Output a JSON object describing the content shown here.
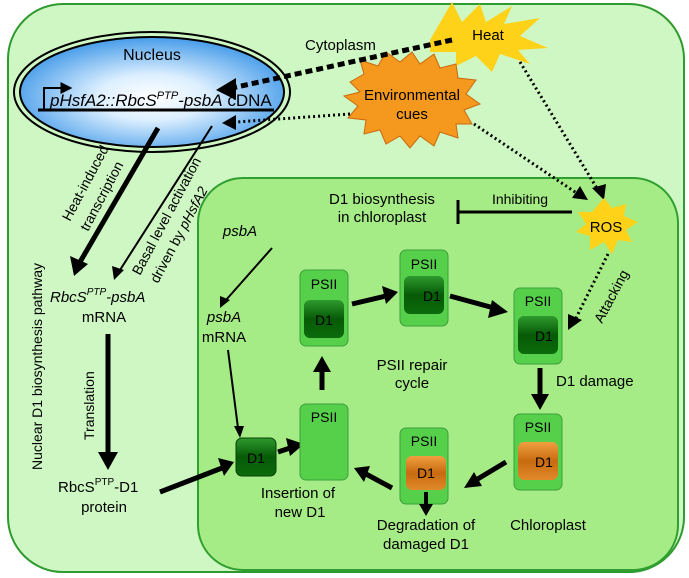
{
  "labels": {
    "cytoplasm": "Cytoplasm",
    "nucleus": "Nucleus",
    "cdna_italic": "pHsfA2::RbcS",
    "cdna_sup": "PTP",
    "cdna_italic2": "-psbA",
    "cdna_plain": " cDNA",
    "heat": "Heat",
    "env_line1": "Environmental",
    "env_line2": "cues",
    "heat_induced_line1": "Heat-induced",
    "heat_induced_line2": "transcription",
    "basal_line1": "Basal level activation",
    "basal_line2_plain": "driven by ",
    "basal_line2_italic": "pHsfA2",
    "nuclear_pathway": "Nuclear D1 biosynthesis pathway",
    "mrna_italic1": "RbcS",
    "mrna_sup": "PTP",
    "mrna_italic2": "-psbA",
    "mrna_line2": "mRNA",
    "translation": "Translation",
    "protein_plain1": "RbcS",
    "protein_sup": "PTP",
    "protein_plain2": "-D1",
    "protein_line2": "protein",
    "d1_bio_line1": "D1 biosynthesis",
    "d1_bio_line2": "in chloroplast",
    "inhibiting": "Inhibiting",
    "ros": "ROS",
    "attacking": "Attacking",
    "psba": "psbA",
    "psba_mrna_line1": "psbA",
    "psba_mrna_line2": "mRNA",
    "psii": "PSII",
    "d1": "D1",
    "repair_line1": "PSII repair",
    "repair_line2": "cycle",
    "d1_damage": "D1 damage",
    "insertion_line1": "Insertion of",
    "insertion_line2": "new D1",
    "degradation_line1": "Degradation of",
    "degradation_line2": "damaged D1",
    "chloroplast": "Chloroplast"
  },
  "colors": {
    "cell": "#cff7c4",
    "cell_border": "#2f9a2f",
    "chloroplast": "#a6ec86",
    "chloroplast_border": "#2fa02f",
    "psii": "#56d04a",
    "d1_green": "#0a5c0a",
    "d1_orange": "#d97a1f",
    "nucleus": "#3a9ae8",
    "heat": "#ffd21a",
    "env": "#f4991e",
    "ros": "#ffd21a"
  }
}
